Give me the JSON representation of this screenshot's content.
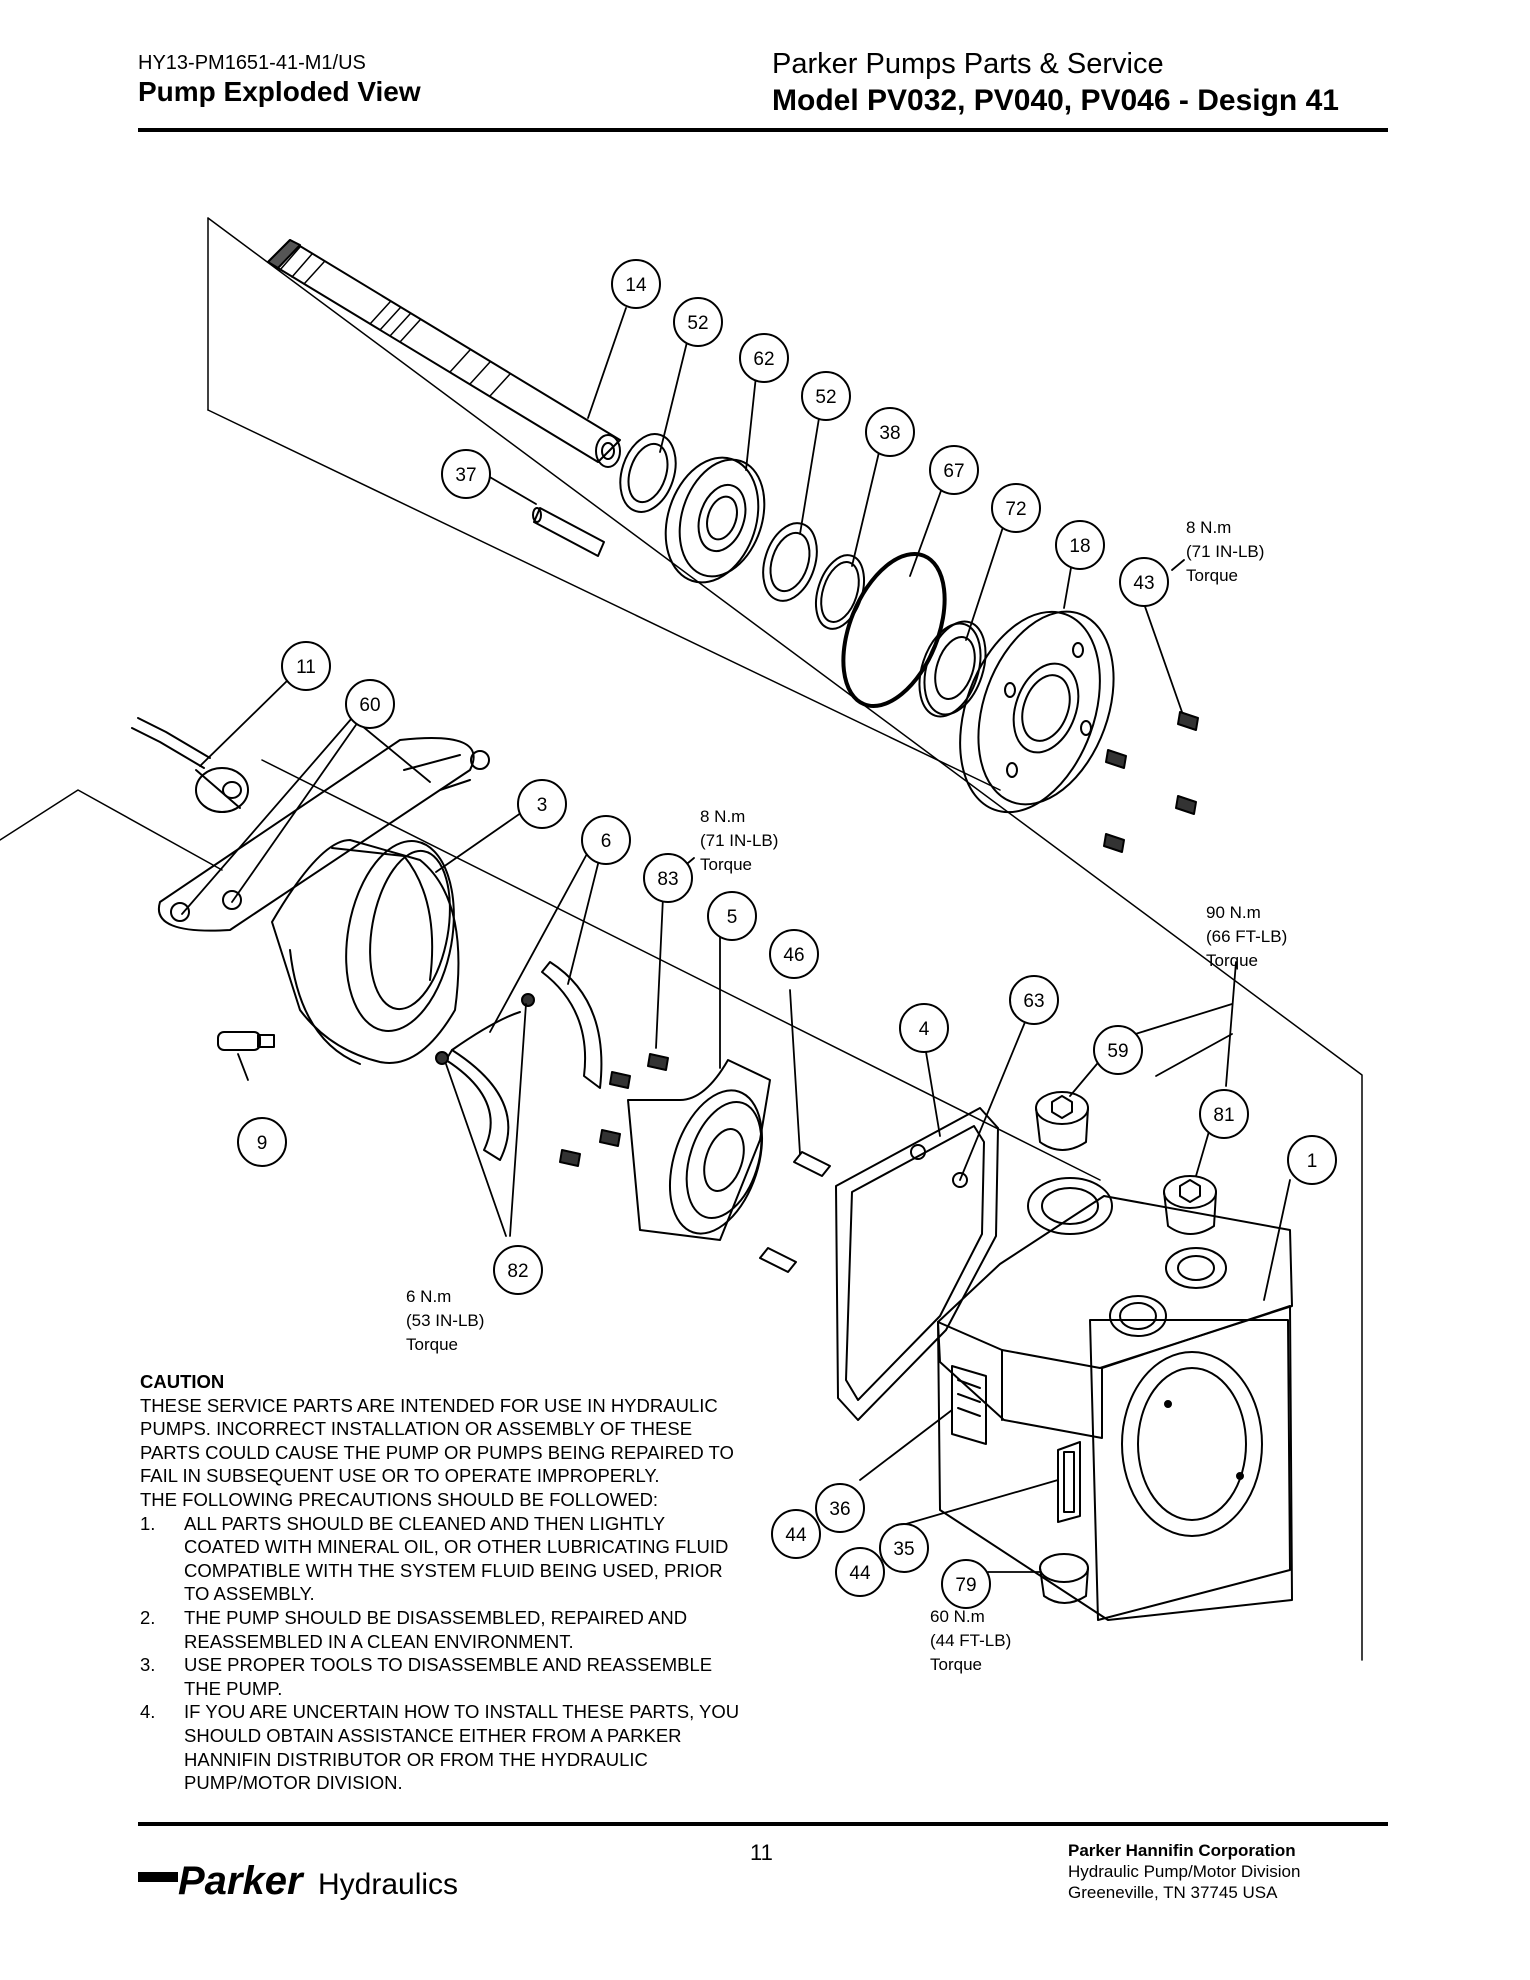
{
  "header": {
    "doc_code": "HY13-PM1651-41-M1/US",
    "section_title": "Pump Exploded View",
    "right_line1": "Parker Pumps Parts & Service",
    "right_line2": "Model PV032, PV040, PV046 - Design 41"
  },
  "callouts": {
    "c14": "14",
    "c52a": "52",
    "c62": "62",
    "c52b": "52",
    "c38": "38",
    "c67": "67",
    "c72": "72",
    "c18": "18",
    "c43": "43",
    "c37": "37",
    "c11": "11",
    "c60": "60",
    "c3": "3",
    "c6": "6",
    "c83": "83",
    "c5": "5",
    "c46": "46",
    "c4": "4",
    "c63": "63",
    "c59": "59",
    "c81": "81",
    "c1": "1",
    "c9": "9",
    "c82": "82",
    "c36": "36",
    "c44a": "44",
    "c35": "35",
    "c44b": "44",
    "c79": "79"
  },
  "torques": {
    "t43": [
      "8 N.m",
      "(71 IN-LB)",
      "Torque"
    ],
    "t83": [
      "8 N.m",
      "(71 IN-LB)",
      "Torque"
    ],
    "t81": [
      "90 N.m",
      "(66 FT-LB)",
      "Torque"
    ],
    "t82": [
      "6 N.m",
      "(53 IN-LB)",
      "Torque"
    ],
    "t79": [
      "60 N.m",
      "(44 FT-LB)",
      "Torque"
    ]
  },
  "caution": {
    "title": "CAUTION",
    "intro": "THESE SERVICE PARTS ARE INTENDED FOR USE IN HYDRAULIC PUMPS.  INCORRECT INSTALLATION OR ASSEMBLY OF THESE PARTS COULD CAUSE THE PUMP OR PUMPS BEING REPAIRED TO FAIL IN SUBSEQUENT USE OR TO OPERATE IMPROPERLY.",
    "lead": "THE FOLLOWING PRECAUTIONS SHOULD BE FOLLOWED:",
    "items": [
      {
        "num": "1.",
        "text": "ALL PARTS SHOULD BE CLEANED AND THEN LIGHTLY COATED WITH MINERAL OIL, OR OTHER LUBRICATING FLUID COMPATIBLE WITH THE SYSTEM FLUID BEING USED, PRIOR TO ASSEMBLY."
      },
      {
        "num": "2.",
        "text": "THE PUMP SHOULD BE DISASSEMBLED, REPAIRED AND REASSEMBLED IN A CLEAN ENVIRONMENT."
      },
      {
        "num": "3.",
        "text": "USE PROPER TOOLS TO DISASSEMBLE AND REASSEMBLE THE PUMP."
      },
      {
        "num": "4.",
        "text": "IF YOU ARE UNCERTAIN HOW TO INSTALL THESE PARTS, YOU SHOULD OBTAIN ASSISTANCE EITHER FROM A PARKER HANNIFIN DISTRIBUTOR OR FROM THE HYDRAULIC PUMP/MOTOR DIVISION."
      }
    ]
  },
  "footer": {
    "page_number": "11",
    "logo_brand": "Parker",
    "logo_sub": "Hydraulics",
    "corp_name": "Parker Hannifin Corporation",
    "corp_division": "Hydraulic Pump/Motor Division",
    "corp_address": "Greeneville,  TN  37745  USA"
  }
}
